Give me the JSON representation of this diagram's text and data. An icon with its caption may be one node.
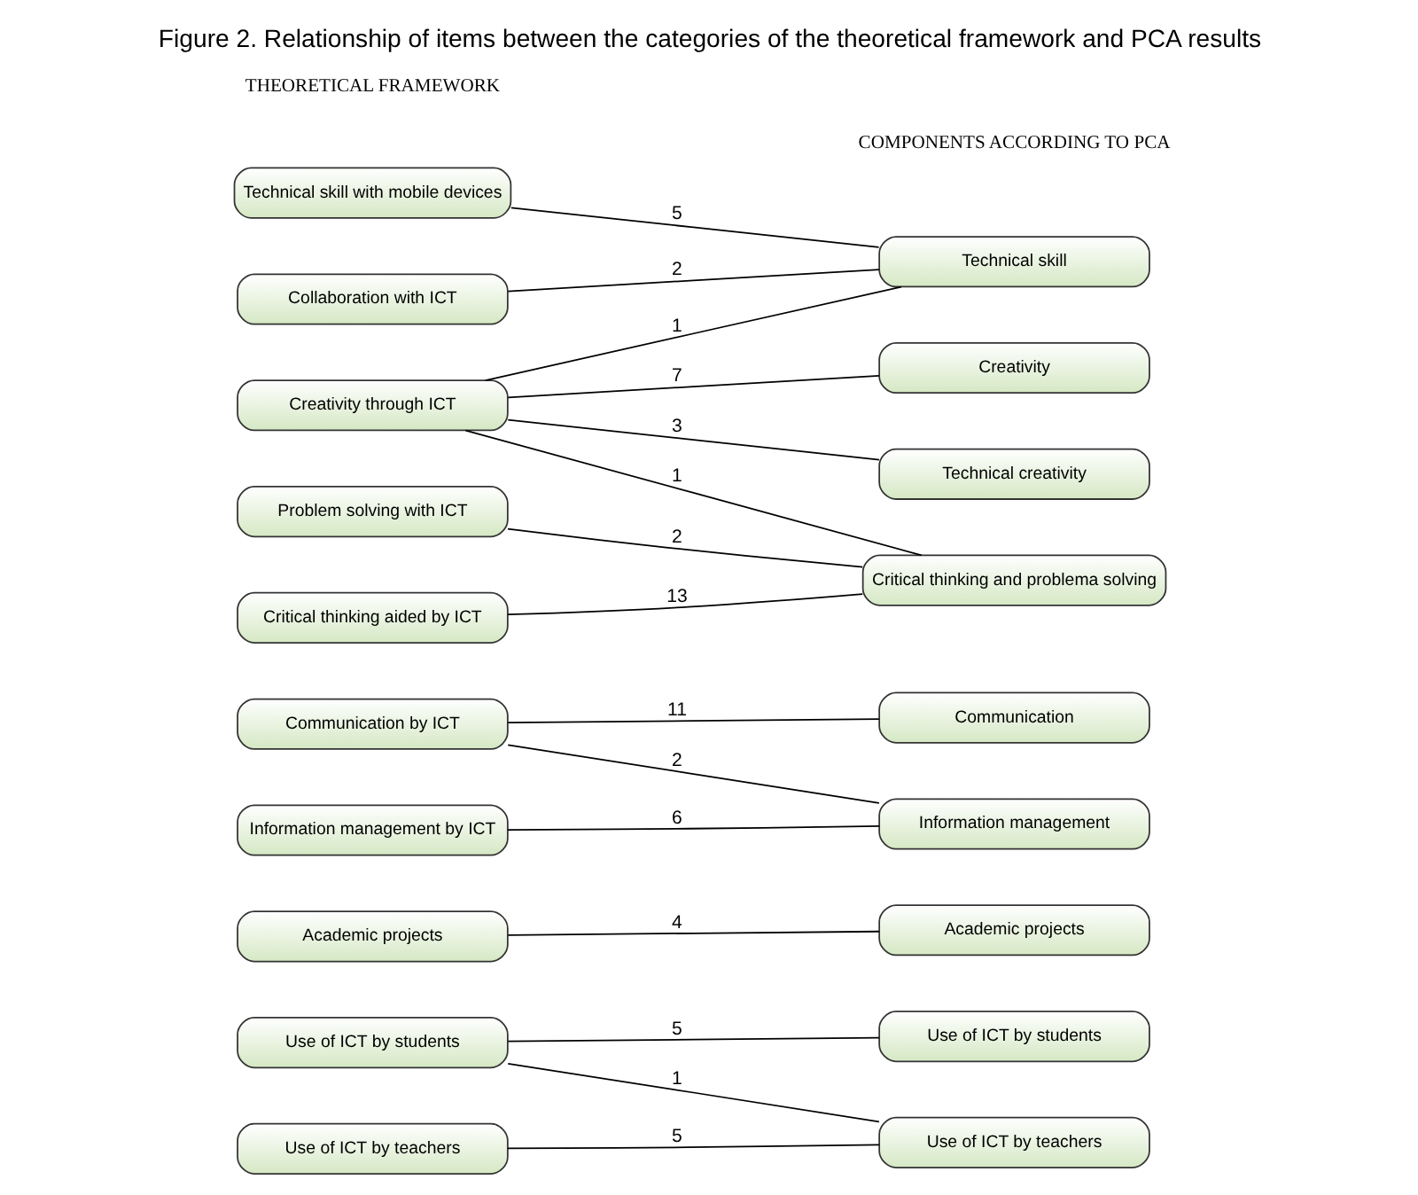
{
  "diagram": {
    "title": "Figure 2. Relationship of items between the categories of the theoretical framework and PCA results",
    "nodes": [
      {
        "text": [
          "Technical skill with mobile devices"
        ]
      },
      {
        "text": [
          "Collaboration with ICT"
        ]
      },
      {
        "text": [
          "Creativity through ICT"
        ]
      },
      {
        "text": [
          "Problem solving with ICT"
        ]
      },
      {
        "text": [
          "Critical thinking aided by ICT"
        ]
      },
      {
        "text": [
          "Communication by ICT"
        ]
      },
      {
        "text": [
          "Information management by ICT"
        ]
      },
      {
        "text": [
          "Academic projects"
        ]
      },
      {
        "text": [
          "Use of ICT by students"
        ]
      },
      {
        "text": [
          "Use of ICT by teachers"
        ]
      },
      {
        "text": [
          "Technical skill"
        ]
      },
      {
        "text": [
          "Creativity"
        ]
      },
      {
        "text": [
          "Technical creativity"
        ]
      },
      {
        "text": [
          "Critical thinking and problema solving"
        ]
      },
      {
        "text": [
          "Communication"
        ]
      },
      {
        "text": [
          "Information management"
        ]
      },
      {
        "text": [
          "Academic projects"
        ]
      },
      {
        "text": [
          "Use of ICT by students"
        ]
      },
      {
        "text": [
          "Use of ICT by teachers"
        ]
      }
    ],
    "edges": [
      {
        "from": 0,
        "to": 10,
        "arrow": "none",
        "label": "5"
      },
      {
        "from": 1,
        "to": 10,
        "arrow": "none",
        "label": "2"
      },
      {
        "from": 2,
        "to": 10,
        "arrow": "none",
        "label": "1"
      },
      {
        "from": 2,
        "to": 11,
        "arrow": "none",
        "label": "7"
      },
      {
        "from": 2,
        "to": 12,
        "arrow": "none",
        "label": "3"
      },
      {
        "from": 2,
        "to": 13,
        "arrow": "none",
        "label": "1"
      },
      {
        "from": 3,
        "to": 13,
        "arrow": "none",
        "label": "2"
      },
      {
        "from": 4,
        "to": 13,
        "arrow": "none",
        "label": "13"
      },
      {
        "from": 5,
        "to": 14,
        "arrow": "none",
        "label": "11"
      },
      {
        "from": 5,
        "to": 15,
        "arrow": "none",
        "label": "2"
      },
      {
        "from": 6,
        "to": 15,
        "arrow": "none",
        "label": "6"
      },
      {
        "from": 7,
        "to": 16,
        "arrow": "none",
        "label": "4"
      },
      {
        "from": 8,
        "to": 17,
        "arrow": "none",
        "label": "5"
      },
      {
        "from": 8,
        "to": 18,
        "arrow": "none",
        "label": "1"
      },
      {
        "from": 9,
        "to": 18,
        "arrow": "none",
        "label": "5"
      }
    ],
    "labels": [
      "THEORETICAL FRAMEWORK",
      "COMPONENTS ACCORDING TO PCA"
    ]
  }
}
